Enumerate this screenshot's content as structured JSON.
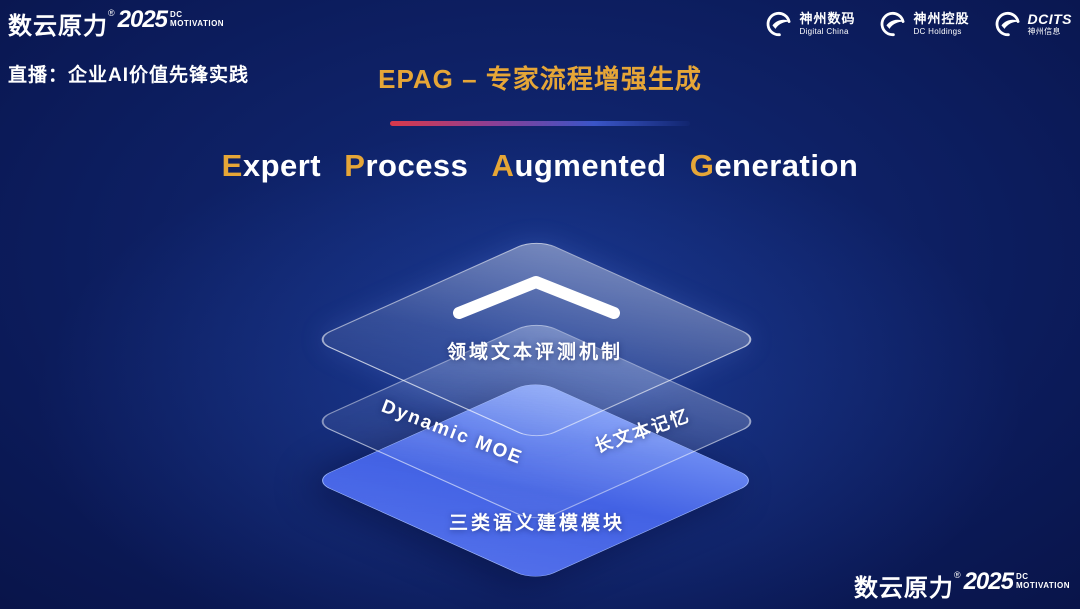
{
  "brand": {
    "name": "数云原力",
    "reg": "®",
    "year": "2025",
    "dc": "DC",
    "motivation": "MOTIVATION"
  },
  "header": {
    "live_label": "直播：企业AI价值先锋实践",
    "slide_title": "EPAG – 专家流程增强生成",
    "logos": [
      {
        "icon": "swoosh-icon",
        "title": "神州数码",
        "subtitle": "Digital China"
      },
      {
        "icon": "swoosh-icon",
        "title": "神州控股",
        "subtitle": "DC Holdings"
      },
      {
        "icon": "swoosh-icon",
        "title": "DCITS",
        "subtitle": "神州信息"
      }
    ]
  },
  "main_title": {
    "full": "Expert Process Augmented Generation",
    "words": [
      {
        "first": "E",
        "rest": "xpert"
      },
      {
        "first": "P",
        "rest": "rocess"
      },
      {
        "first": "A",
        "rest": "ugmented"
      },
      {
        "first": "G",
        "rest": "eneration"
      }
    ]
  },
  "diagram": {
    "type": "layered-stack",
    "layers": [
      {
        "id": "top",
        "style": "glass",
        "icon": "chevron-up-icon",
        "label": "领域文本评测机制"
      },
      {
        "id": "middle",
        "style": "glass",
        "label_left": "Dynamic MOE",
        "label_right": "长文本记忆"
      },
      {
        "id": "bottom",
        "style": "solid-blue",
        "label": "三类语义建模模块"
      }
    ]
  },
  "colors": {
    "gold": "#e6a637",
    "layer_blue": "#4a66eb",
    "background_navy": "#0b1a58",
    "line_gradient_left": "#d8394b",
    "line_gradient_right": "#2a3f9e"
  }
}
